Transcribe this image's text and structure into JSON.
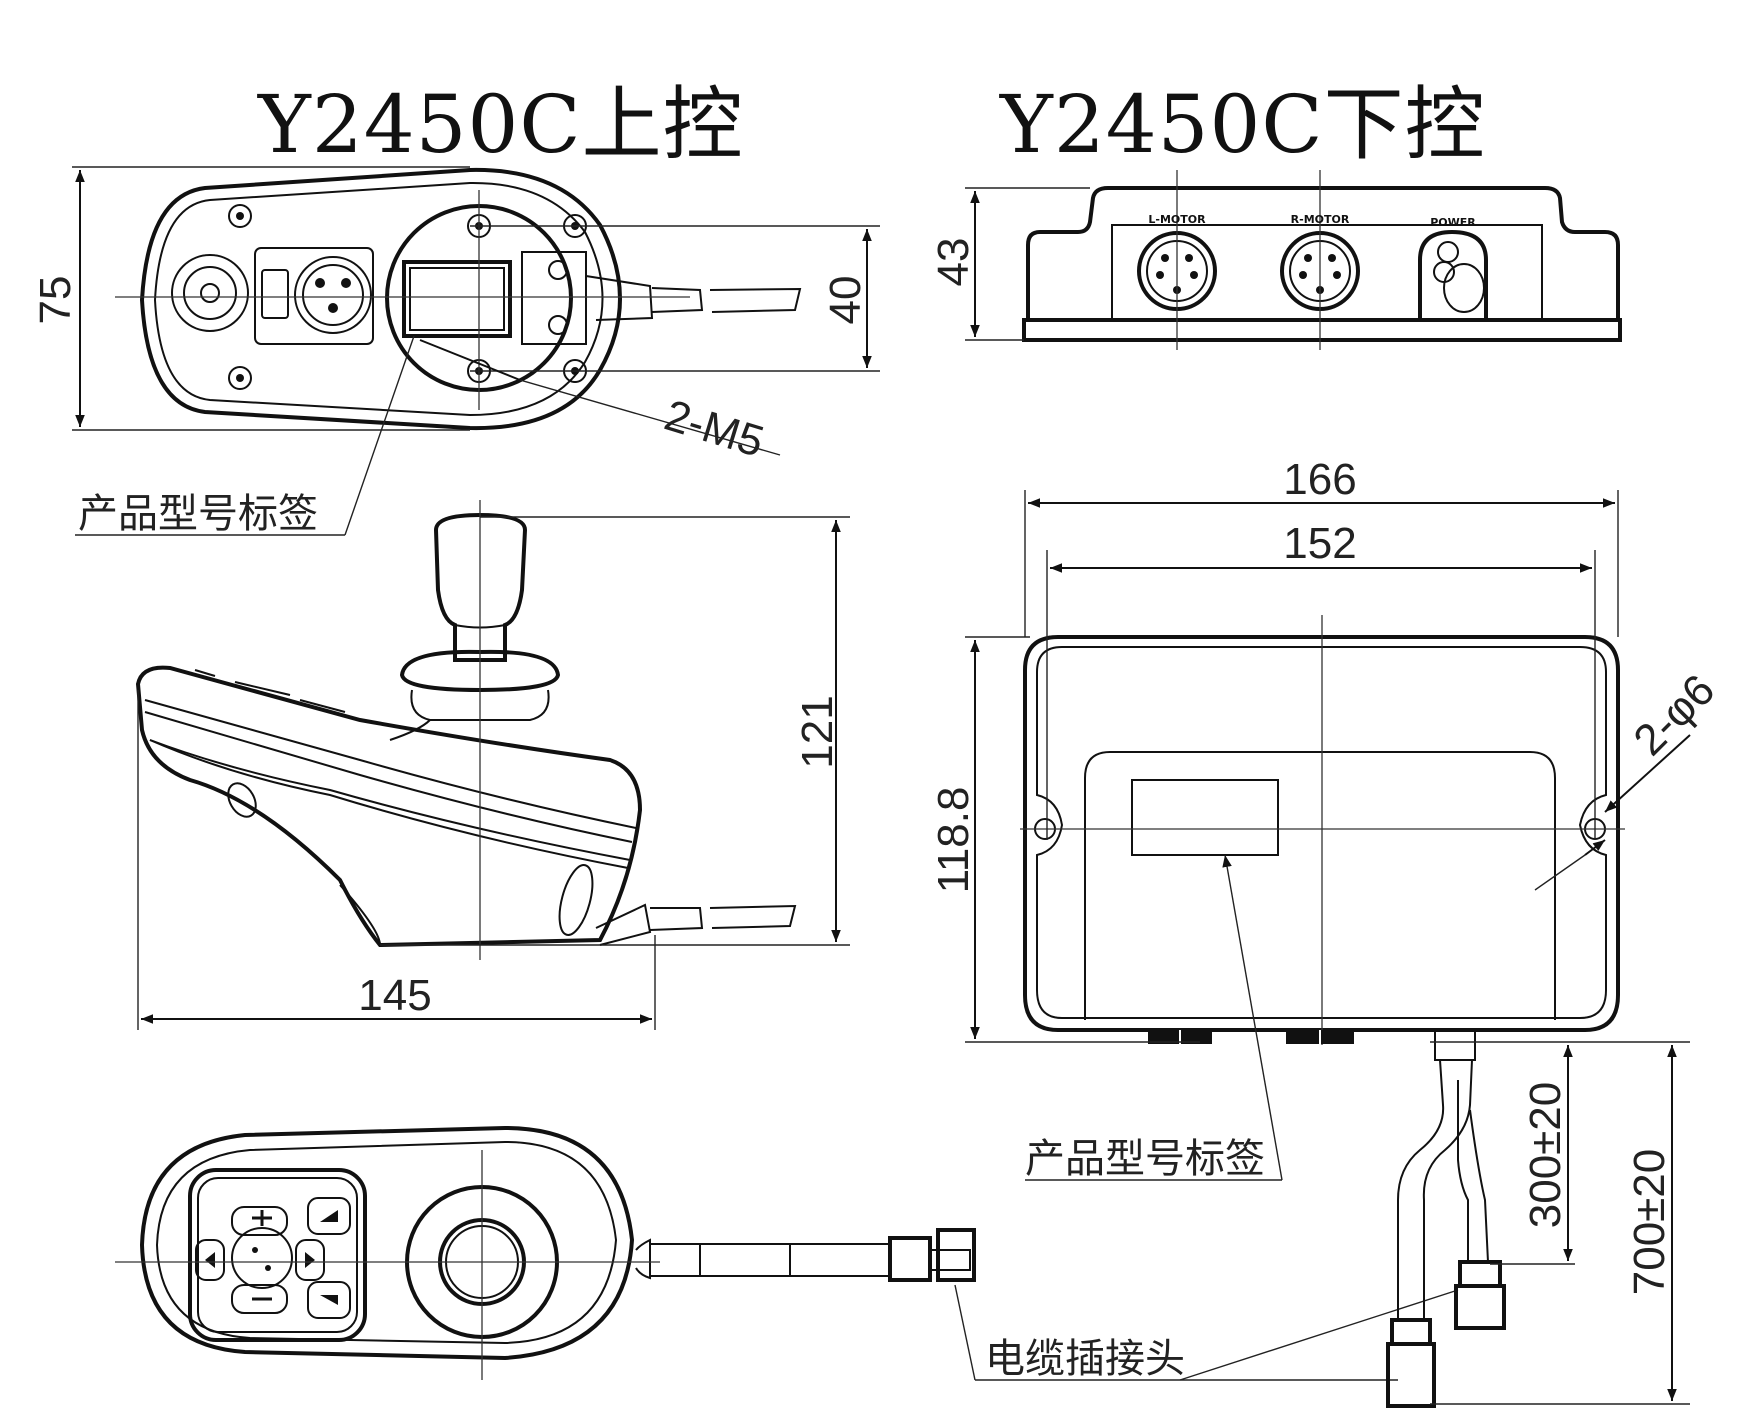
{
  "titles": {
    "upper": "Y2450C上控",
    "lower": "Y2450C下控"
  },
  "upper_controller": {
    "dim_height": "75",
    "dim_mount_spacing": "40",
    "thread_callout": "2-M5",
    "label_tag": "产品型号标签",
    "dim_total_height": "121",
    "dim_length": "145",
    "cable_connector": "电缆插接头"
  },
  "lower_controller": {
    "dim_height": "43",
    "port_left": "L-MOTOR",
    "port_mid": "R-MOTOR",
    "port_right": "POWER",
    "dim_width_outer": "166",
    "dim_width_inner": "152",
    "dim_depth": "118.8",
    "hole_callout": "2-φ6",
    "label_tag": "产品型号标签",
    "dim_cable_short": "300±20",
    "dim_cable_long": "700±20"
  }
}
